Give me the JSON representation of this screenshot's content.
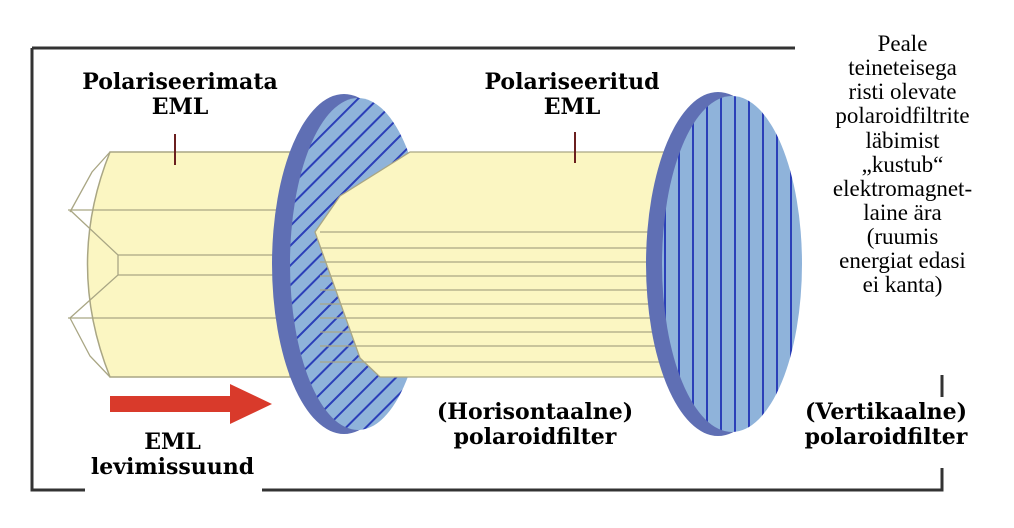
{
  "labels": {
    "unpolarized_line1": "Polariseerimata",
    "unpolarized_line2": "EML",
    "polarized_line1": "Polariseeritud",
    "polarized_line2": "EML",
    "horizontal_line1": "(Horisontaalne)",
    "horizontal_line2": "polaroidfilter",
    "vertical_line1": "(Vertikaalne)",
    "vertical_line2": "polaroidfilter",
    "direction_line1": "EML",
    "direction_line2": "levimissuund"
  },
  "note_lines": [
    "Peale",
    "teineteisega",
    "risti olevate",
    "polaroidfiltrite",
    "läbimist",
    "„kustub“",
    "elektromagnet-",
    "laine ära",
    "(ruumis",
    "energiat edasi",
    "ei kanta)"
  ],
  "colors": {
    "beam": "#fbf6c2",
    "beam_line": "#a9a684",
    "filter_face": "#8fb3da",
    "filter_edge": "#5f6fb4",
    "filter_stripe": "#2b3fb8",
    "arrow": "#d93a2b",
    "frame": "#333333"
  },
  "icons": {
    "direction_arrow": "arrow-right-icon"
  }
}
